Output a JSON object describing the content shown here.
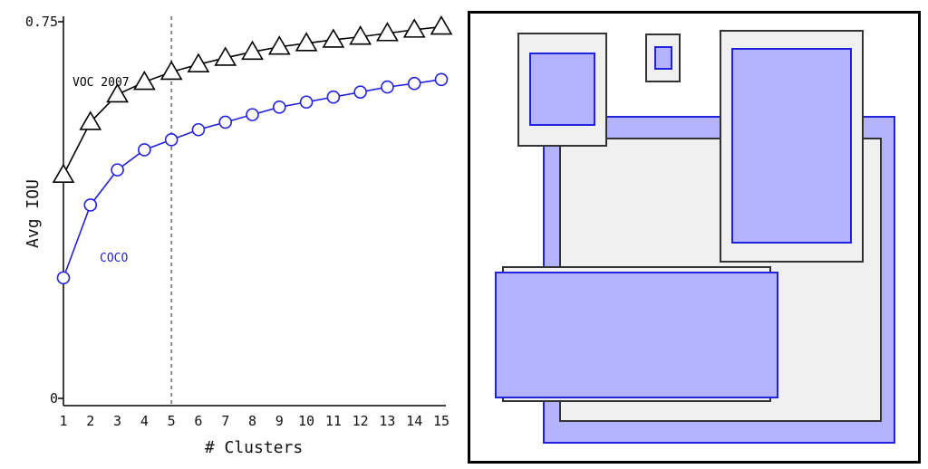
{
  "chart_data": {
    "type": "line",
    "title": "",
    "xlabel": "# Clusters",
    "ylabel": "Avg IOU",
    "x": [
      1,
      2,
      3,
      4,
      5,
      6,
      7,
      8,
      9,
      10,
      11,
      12,
      13,
      14,
      15
    ],
    "xlim": [
      1,
      15
    ],
    "ylim": [
      0,
      0.75
    ],
    "y_tick_labels": [
      "0",
      "0.75"
    ],
    "reference_line_x": 5,
    "grid": false,
    "series": [
      {
        "name": "VOC 2007",
        "color": "#000000",
        "marker": "triangle",
        "values": [
          0.445,
          0.55,
          0.605,
          0.63,
          0.65,
          0.665,
          0.678,
          0.69,
          0.7,
          0.707,
          0.714,
          0.72,
          0.727,
          0.734,
          0.74
        ]
      },
      {
        "name": "COCO",
        "color": "#2222dd",
        "marker": "circle",
        "values": [
          0.24,
          0.385,
          0.455,
          0.495,
          0.515,
          0.535,
          0.55,
          0.565,
          0.58,
          0.59,
          0.6,
          0.61,
          0.62,
          0.627,
          0.635
        ]
      }
    ]
  },
  "cluster_panel": {
    "outer_fill": "#ffffff",
    "box_fill": "#f0f0f0",
    "box_stroke": "#333333",
    "cluster_fill": "#b3b3ff",
    "cluster_stroke": "#2222dd"
  }
}
